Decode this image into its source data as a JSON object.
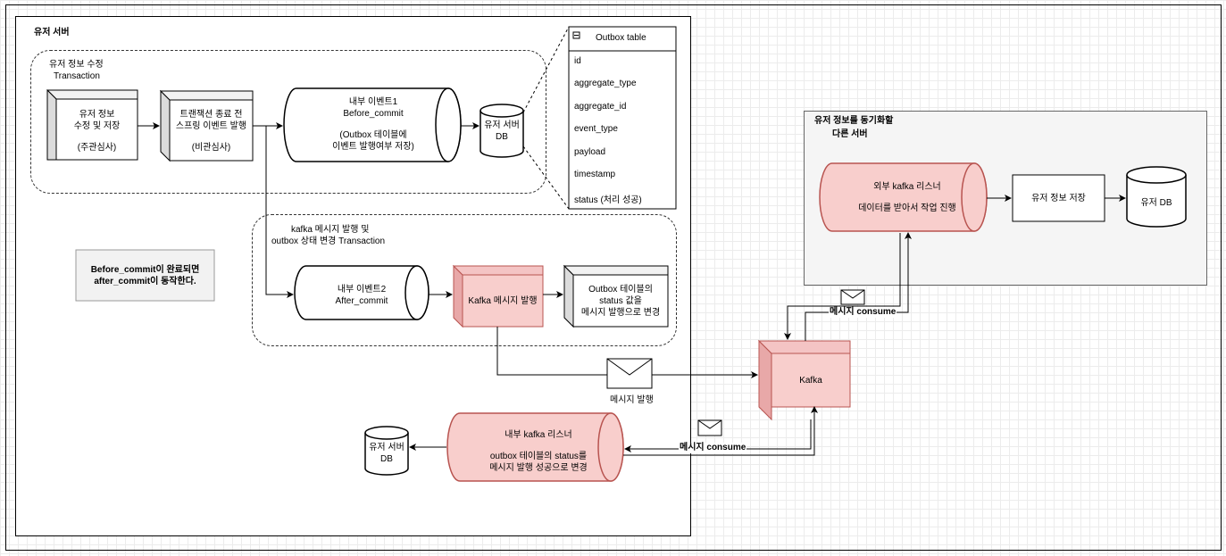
{
  "user_server": {
    "title": "유저 서버",
    "update_tx": {
      "line1": "유저 정보 수정",
      "line2": "Transaction"
    },
    "save_box": {
      "line1": "유저 정보",
      "line2": "수정 및 저장",
      "line3": "(주관심사)"
    },
    "publish_box": {
      "line1": "트랜잭션 종료 전",
      "line2": "스프링 이벤트 발행",
      "line3": "(비관심사)"
    },
    "event1": {
      "line1": "내부 이벤트1",
      "line2": "Before_commit",
      "line3": "(Outbox 테이블에",
      "line4": "이벤트 발행여부 저장)"
    },
    "db_top": {
      "line1": "유저 서버",
      "line2": "DB"
    },
    "outbox_table": {
      "title": "Outbox table",
      "fields": [
        "id",
        "aggregate_type",
        "aggregate_id",
        "event_type",
        "payload",
        "timestamp",
        "status (처리 성공)"
      ]
    },
    "kafka_tx": {
      "line1": "kafka 메시지 발행 및",
      "line2": "outbox 상태 변경 Transaction"
    },
    "note": {
      "line1": "Before_commit이 완료되면",
      "line2": "after_commit이 동작한다."
    },
    "event2": {
      "line1": "내부 이벤트2",
      "line2": "After_commit"
    },
    "kafka_publish": "Kafka 메시지 발행",
    "outbox_update": {
      "line1": "Outbox 테이블의",
      "line2": "status 값을",
      "line3": "메시지 발행으로 변경"
    },
    "internal_listener": {
      "line1": "내부 kafka 리스너",
      "line2": "outbox 테이블의 status를",
      "line3": "메시지 발행 성공으로 변경"
    },
    "db_bottom": {
      "line1": "유저 서버",
      "line2": "DB"
    }
  },
  "other_server": {
    "title_line1": "유저 정보를 동기화할",
    "title_line2": "다른 서버",
    "external_listener": {
      "line1": "외부 kafka 리스너",
      "line2": "데이터를 받아서 작업 진행"
    },
    "save_box": "유저 정보 저장",
    "db": "유저 DB"
  },
  "kafka": "Kafka",
  "labels": {
    "publish_msg": "메시지 발행",
    "consume_right": "메시지 consume",
    "consume_bottom": "메시지 consume"
  }
}
